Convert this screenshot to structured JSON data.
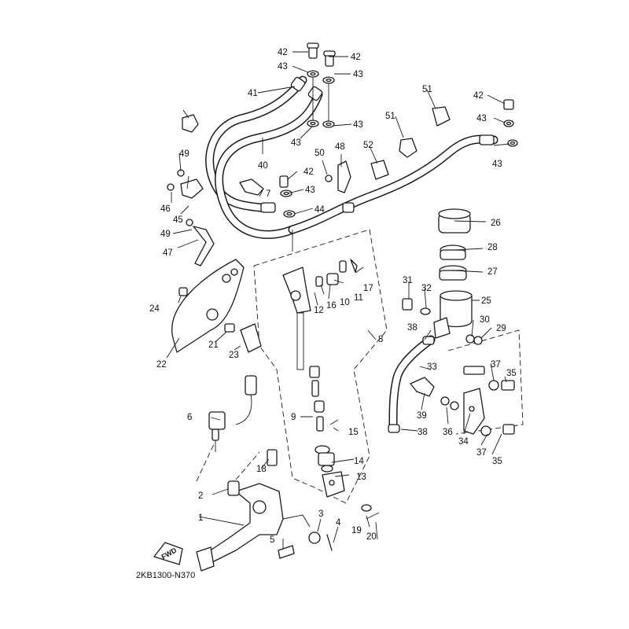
{
  "diagram": {
    "code": "2KB1300-N370",
    "fwd_label": "FWD",
    "callouts": [
      "1",
      "2",
      "3",
      "4",
      "5",
      "6",
      "7",
      "8",
      "9",
      "10",
      "11",
      "12",
      "13",
      "14",
      "15",
      "16",
      "17",
      "18",
      "19",
      "20",
      "21",
      "22",
      "23",
      "24",
      "25",
      "26",
      "27",
      "28",
      "29",
      "30",
      "31",
      "32",
      "33",
      "34",
      "35",
      "35",
      "36",
      "37",
      "37",
      "38",
      "38",
      "39",
      "40",
      "41",
      "42",
      "42",
      "42",
      "42",
      "43",
      "43",
      "43",
      "43",
      "43",
      "43",
      "43",
      "44",
      "45",
      "46",
      "47",
      "48",
      "49",
      "49",
      "50",
      "51",
      "51",
      "52"
    ]
  }
}
